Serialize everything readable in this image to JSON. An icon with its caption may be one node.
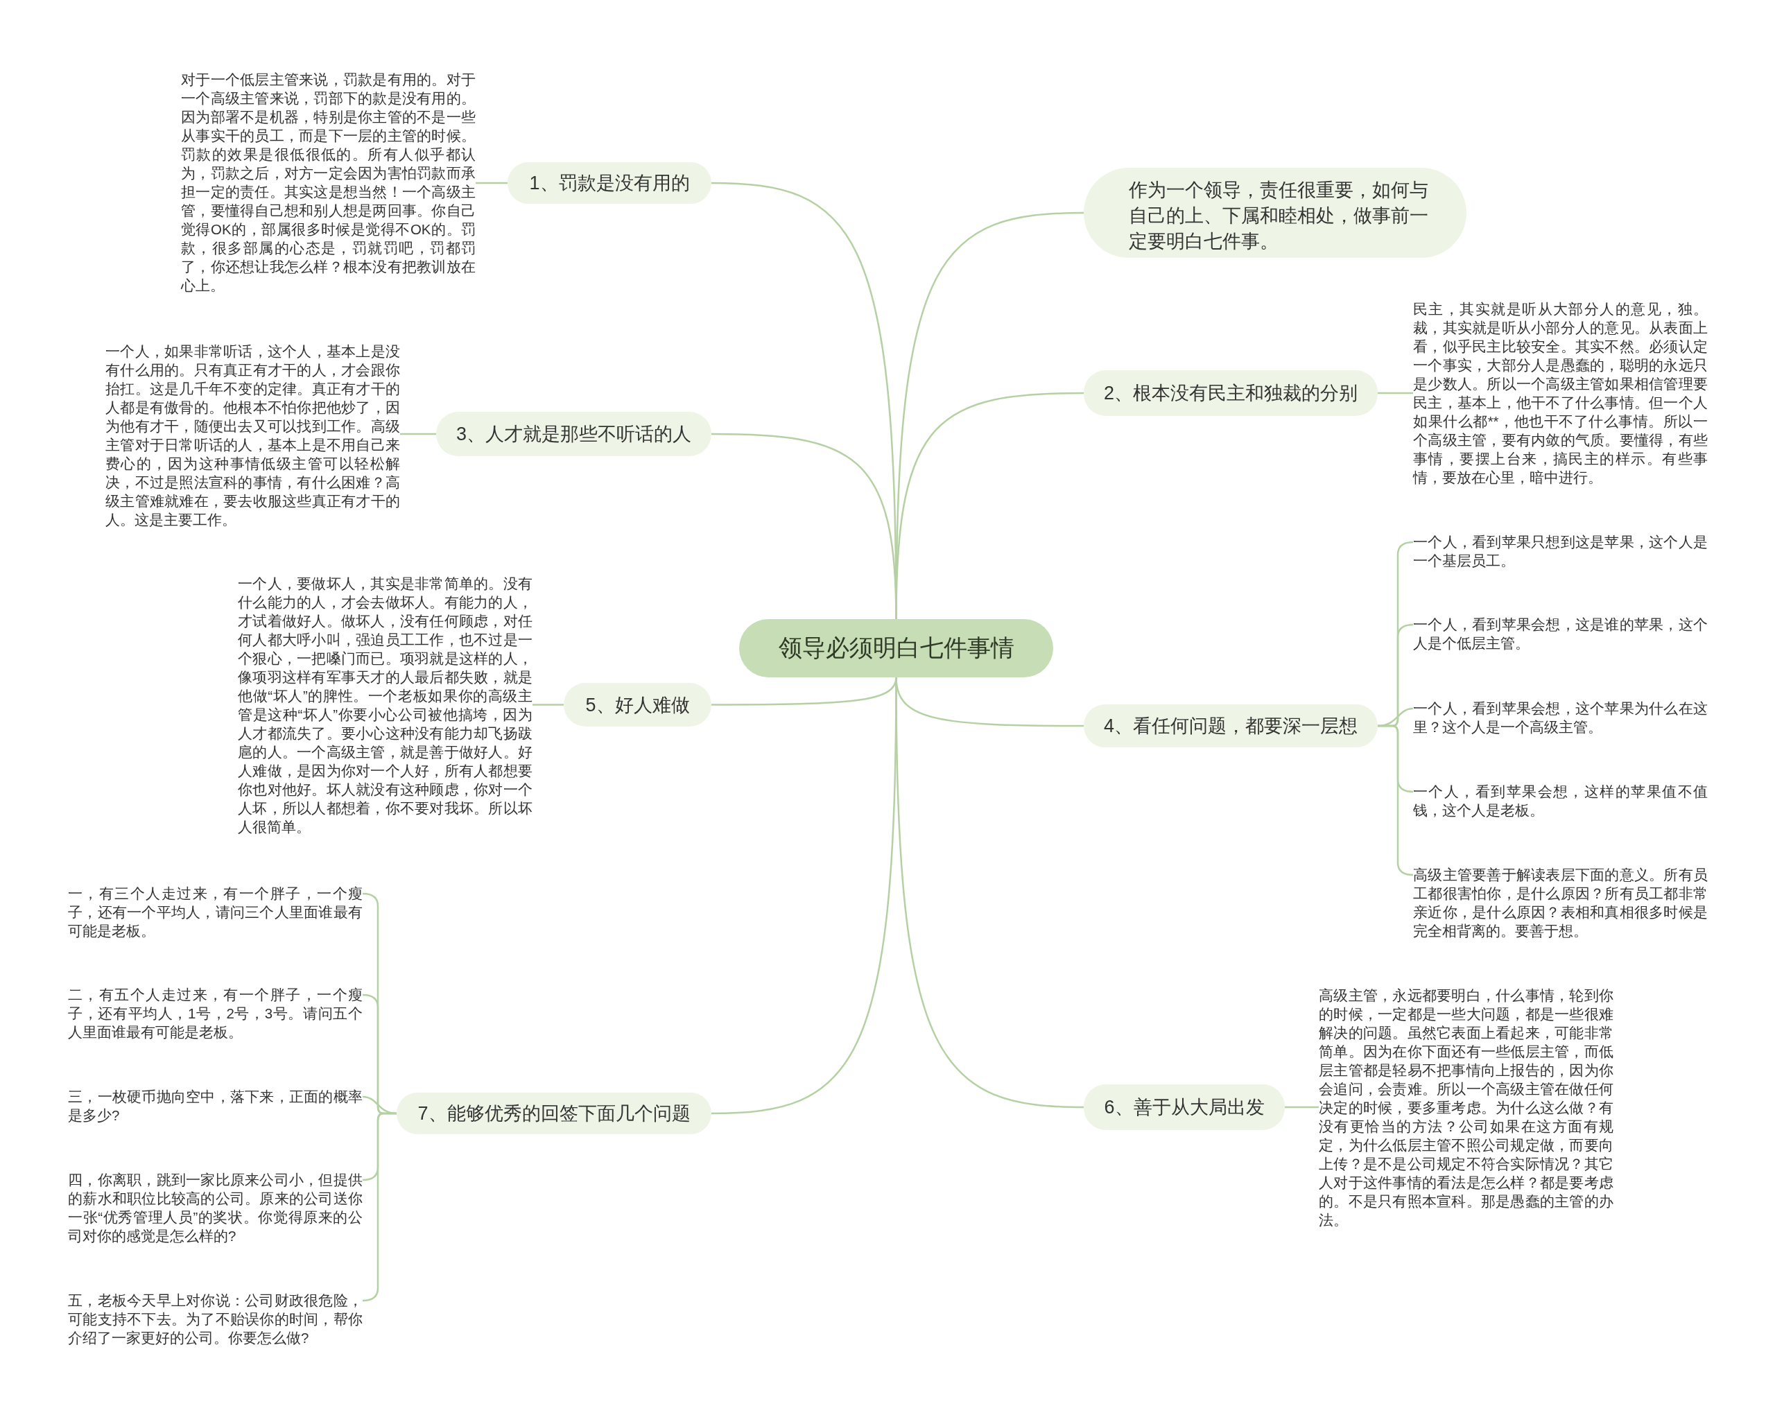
{
  "diagram": {
    "nodes": [
      {
        "text": [
          "领导必须明白七件事情"
        ]
      },
      {
        "text": [
          "作为一个领导，责任很重要，如何与自己的上、下属和睦相处，做事前一定要明白七件事。"
        ]
      },
      {
        "text": [
          "1、罚款是没有用的"
        ]
      },
      {
        "text": [
          "对于一个低层主管来说，罚款是有用的。对于一个高级主管来说，罚部下的款是没有用的。因为部署不是机器，特别是你主管的不是一些从事实干的员工，而是下一层的主管的时候。罚款的效果是很低很低的。所有人似乎都认为，罚款之后，对方一定会因为害怕罚款而承担一定的责任。其实这是想当然！一个高级主管，要懂得自己想和别人想是两回事。你自己觉得OK的，部属很多时候是觉得不OK的。罚款，很多部属的心态是，罚就罚吧，罚都罚了，你还想让我怎么样？根本没有把教训放在心上。"
        ]
      },
      {
        "text": [
          "2、根本没有民主和独裁的分别"
        ]
      },
      {
        "text": [
          "民主，其实就是听从大部分人的意见，独。裁，其实就是听从小部分人的意见。从表面上看，似乎民主比较安全。其实不然。必须认定一个事实，大部分人是愚蠢的，聪明的永远只是少数人。所以一个高级主管如果相信管理要民主，基本上，他干不了什么事情。但一个人如果什么都**，他也干不了什么事情。所以一个高级主管，要有内敛的气质。要懂得，有些事情，要摆上台来，搞民主的样示。有些事情，要放在心里，暗中进行。"
        ]
      },
      {
        "text": [
          "3、人才就是那些不听话的人"
        ]
      },
      {
        "text": [
          "一个人，如果非常听话，这个人，基本上是没有什么用的。只有真正有才干的人，才会跟你抬扛。这是几千年不变的定律。真正有才干的人都是有傲骨的。他根本不怕你把他炒了，因为他有才干，随便出去又可以找到工作。高级主管对于日常听话的人，基本上是不用自己来费心的，因为这种事情低级主管可以轻松解决，不过是照法宣科的事情，有什么困难？高级主管难就难在，要去收服这些真正有才干的人。这是主要工作。"
        ]
      },
      {
        "text": [
          "4、看任何问题，都要深一层想"
        ]
      },
      {
        "text": [
          "一个人，看到苹果只想到这是苹果，这个人是一个基层员工。"
        ]
      },
      {
        "text": [
          "一个人，看到苹果会想，这是谁的苹果，这个人是个低层主管。"
        ]
      },
      {
        "text": [
          "一个人，看到苹果会想，这个苹果为什么在这里？这个人是一个高级主管。"
        ]
      },
      {
        "text": [
          "一个人，看到苹果会想，这样的苹果值不值钱，这个人是老板。"
        ]
      },
      {
        "text": [
          "高级主管要善于解读表层下面的意义。所有员工都很害怕你，是什么原因？所有员工都非常亲近你，是什么原因？表相和真相很多时候是完全相背离的。要善于想。"
        ]
      },
      {
        "text": [
          "5、好人难做"
        ]
      },
      {
        "text": [
          "一个人，要做坏人，其实是非常简单的。没有什么能力的人，才会去做坏人。有能力的人，才试着做好人。做坏人，没有任何顾虑，对任何人都大呼小叫，强迫员工工作，也不过是一个狠心，一把嗓门而已。项羽就是这样的人，像项羽这样有军事天才的人最后都失败，就是他做“坏人”的脾性。一个老板如果你的高级主管是这种“坏人”你要小心公司被他搞垮，因为人才都流失了。要小心这种没有能力却飞扬跋扈的人。一个高级主管，就是善于做好人。好人难做，是因为你对一个人好，所有人都想要你也对他好。坏人就没有这种顾虑，你对一个人坏，所以人都想着，你不要对我坏。所以坏人很简单。"
        ]
      },
      {
        "text": [
          "6、善于从大局出发"
        ]
      },
      {
        "text": [
          "高级主管，永远都要明白，什么事情，轮到你的时候，一定都是一些大问题，都是一些很难解决的问题。虽然它表面上看起来，可能非常简单。因为在你下面还有一些低层主管，而低层主管都是轻易不把事情向上报告的，因为你会追问，会责难。所以一个高级主管在做任何决定的时候，要多重考虑。为什么这么做？有没有更恰当的方法？公司如果在这方面有规定，为什么低层主管不照公司规定做，而要向上传？是不是公司规定不符合实际情况？其它人对于这件事情的看法是怎么样？都是要考虑的。不是只有照本宣科。那是愚蠢的主管的办法。"
        ]
      },
      {
        "text": [
          "7、能够优秀的回签下面几个问题"
        ]
      },
      {
        "text": [
          "一，有三个人走过来，有一个胖子，一个瘦子，还有一个平均人，请问三个人里面谁最有可能是老板。"
        ]
      },
      {
        "text": [
          "二，有五个人走过来，有一个胖子，一个瘦子，还有平均人，1号，2号，3号。请问五个人里面谁最有可能是老板。"
        ]
      },
      {
        "text": [
          "三，一枚硬币抛向空中，落下来，正面的概率是多少?"
        ]
      },
      {
        "text": [
          "四，你离职，跳到一家比原来公司小，但提供的薪水和职位比较高的公司。原来的公司送你一张“优秀管理人员”的奖状。你觉得原来的公司对你的感觉是怎么样的?"
        ]
      },
      {
        "text": [
          "五，老板今天早上对你说：公司财政很危险，可能支持不下去。为了不贻误你的时间，帮你介绍了一家更好的公司。你要怎么做?"
        ]
      }
    ],
    "edges": [
      {
        "from": 0,
        "to": 1,
        "arrow": "none"
      },
      {
        "from": 0,
        "to": 2,
        "arrow": "none"
      },
      {
        "from": 2,
        "to": 3,
        "arrow": "none"
      },
      {
        "from": 0,
        "to": 4,
        "arrow": "none"
      },
      {
        "from": 4,
        "to": 5,
        "arrow": "none"
      },
      {
        "from": 0,
        "to": 6,
        "arrow": "none"
      },
      {
        "from": 6,
        "to": 7,
        "arrow": "none"
      },
      {
        "from": 0,
        "to": 8,
        "arrow": "none"
      },
      {
        "from": 8,
        "to": 9,
        "arrow": "none"
      },
      {
        "from": 8,
        "to": 10,
        "arrow": "none"
      },
      {
        "from": 8,
        "to": 11,
        "arrow": "none"
      },
      {
        "from": 8,
        "to": 12,
        "arrow": "none"
      },
      {
        "from": 8,
        "to": 13,
        "arrow": "none"
      },
      {
        "from": 0,
        "to": 14,
        "arrow": "none"
      },
      {
        "from": 14,
        "to": 15,
        "arrow": "none"
      },
      {
        "from": 0,
        "to": 16,
        "arrow": "none"
      },
      {
        "from": 16,
        "to": 17,
        "arrow": "none"
      },
      {
        "from": 0,
        "to": 18,
        "arrow": "none"
      },
      {
        "from": 18,
        "to": 19,
        "arrow": "none"
      },
      {
        "from": 18,
        "to": 20,
        "arrow": "none"
      },
      {
        "from": 18,
        "to": 21,
        "arrow": "none"
      },
      {
        "from": 18,
        "to": 22,
        "arrow": "none"
      },
      {
        "from": 18,
        "to": 23,
        "arrow": "none"
      }
    ]
  }
}
